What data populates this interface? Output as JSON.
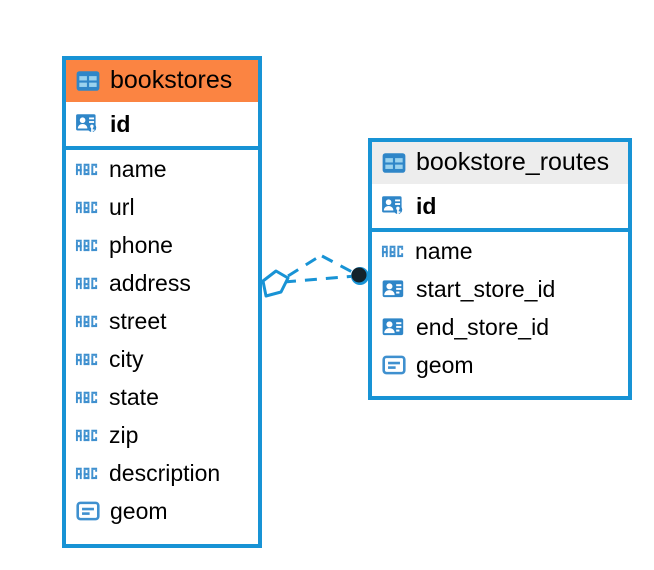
{
  "diagram": {
    "type": "entity-relationship-diagram",
    "background": "#ffffff",
    "colors": {
      "border_blue": "#1893d5",
      "header_accent_orange": "#fb8442",
      "header_plain_gray": "#ededed",
      "icon_blue": "#3f90cf",
      "connector_blue": "#1893d5",
      "connector_endpoint": "#13232c",
      "text": "#000000"
    }
  },
  "entities": [
    {
      "name": "bookstores",
      "header_style": "accent",
      "title_icon": "table-grid-icon",
      "fields": [
        {
          "name": "id",
          "icon": "primary-key-icon",
          "key": "primary"
        },
        {
          "name": "name",
          "icon": "abc-text-icon",
          "key": "none"
        },
        {
          "name": "url",
          "icon": "abc-text-icon",
          "key": "none"
        },
        {
          "name": "phone",
          "icon": "abc-text-icon",
          "key": "none"
        },
        {
          "name": "address",
          "icon": "abc-text-icon",
          "key": "none"
        },
        {
          "name": "street",
          "icon": "abc-text-icon",
          "key": "none"
        },
        {
          "name": "city",
          "icon": "abc-text-icon",
          "key": "none"
        },
        {
          "name": "state",
          "icon": "abc-text-icon",
          "key": "none"
        },
        {
          "name": "zip",
          "icon": "abc-text-icon",
          "key": "none"
        },
        {
          "name": "description",
          "icon": "abc-text-icon",
          "key": "none"
        },
        {
          "name": "geom",
          "icon": "geometry-blob-icon",
          "key": "none"
        }
      ]
    },
    {
      "name": "bookstore_routes",
      "header_style": "plain",
      "title_icon": "table-grid-icon",
      "fields": [
        {
          "name": "id",
          "icon": "primary-key-icon",
          "key": "primary"
        },
        {
          "name": "name",
          "icon": "abc-text-icon",
          "key": "none"
        },
        {
          "name": "start_store_id",
          "icon": "foreign-key-icon",
          "key": "foreign"
        },
        {
          "name": "end_store_id",
          "icon": "foreign-key-icon",
          "key": "foreign"
        },
        {
          "name": "geom",
          "icon": "geometry-blob-icon",
          "key": "none"
        }
      ]
    }
  ],
  "relationship": {
    "from_entity": "bookstores",
    "to_entity": "bookstore_routes",
    "line_style": "dashed",
    "source_marker": "open-diamond-marker",
    "target_marker": "filled-circle-marker"
  }
}
